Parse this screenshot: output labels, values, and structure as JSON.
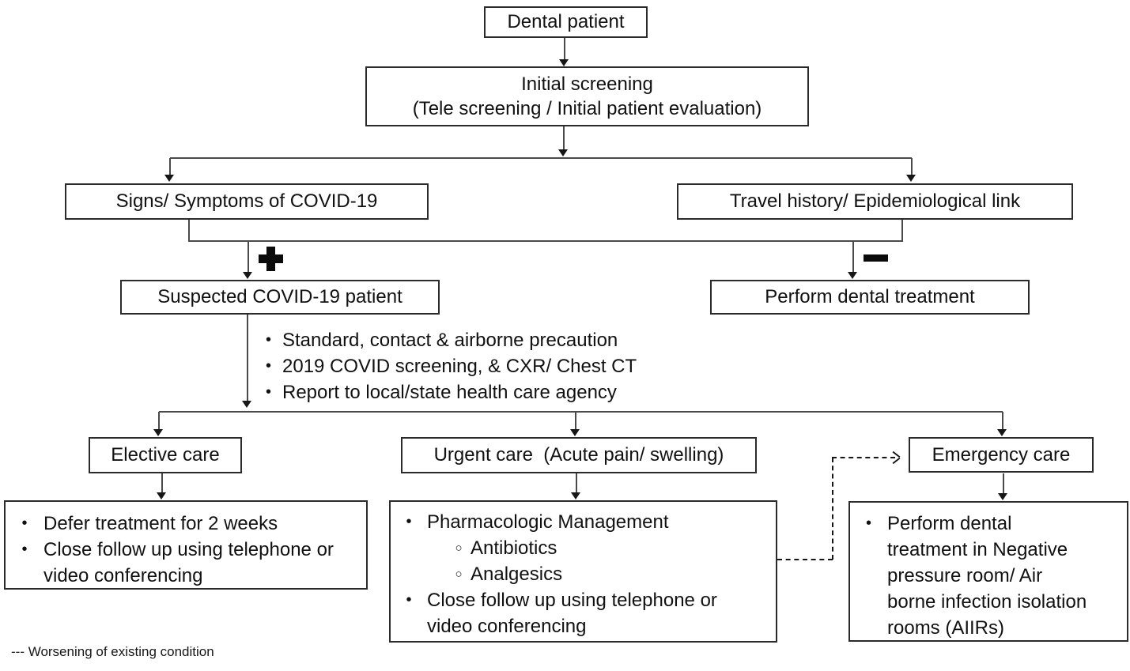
{
  "glyphs": {
    "bullet": "•",
    "sub_bullet": "○"
  },
  "icons": {
    "positive_result": "plus",
    "negative_result": "minus",
    "worsening_flow": "dashed-arrow"
  },
  "nodes": {
    "dental_patient": {
      "label": "Dental patient"
    },
    "initial_screening": {
      "line1": "Initial screening",
      "line2": "(Tele screening / Initial patient evaluation)"
    },
    "signs_symptoms": {
      "label": "Signs/ Symptoms of COVID-19"
    },
    "travel_history": {
      "label": "Travel history/ Epidemiological link"
    },
    "suspected_covid": {
      "label": "Suspected COVID-19 patient"
    },
    "perform_dental_treatment": {
      "label": "Perform dental treatment"
    },
    "precautions": {
      "items": [
        "Standard, contact & airborne precaution",
        "2019 COVID screening, & CXR/ Chest CT",
        "Report to local/state health care agency"
      ]
    },
    "elective_care": {
      "label": "Elective care"
    },
    "urgent_care": {
      "label": "Urgent care  (Acute pain/ swelling)"
    },
    "emergency_care": {
      "label": "Emergency care"
    },
    "elective_details": {
      "items": [
        "Defer treatment for 2 weeks",
        "Close follow up using telephone or video conferencing"
      ]
    },
    "urgent_details": {
      "item1": "Pharmacologic Management",
      "sub_items": [
        "Antibiotics",
        "Analgesics"
      ],
      "item2": "Close follow up using telephone or video conferencing"
    },
    "emergency_details": {
      "items": [
        "Perform dental treatment in Negative pressure room/ Air borne infection isolation rooms (AIIRs)"
      ]
    }
  },
  "legend": {
    "label": "--- Worsening of existing condition"
  },
  "colors": {
    "background": "#ffffff",
    "box_border": "#2b2b2b",
    "connector_line": "#4a4a4a",
    "arrowhead": "#161616",
    "text": "#111111"
  }
}
